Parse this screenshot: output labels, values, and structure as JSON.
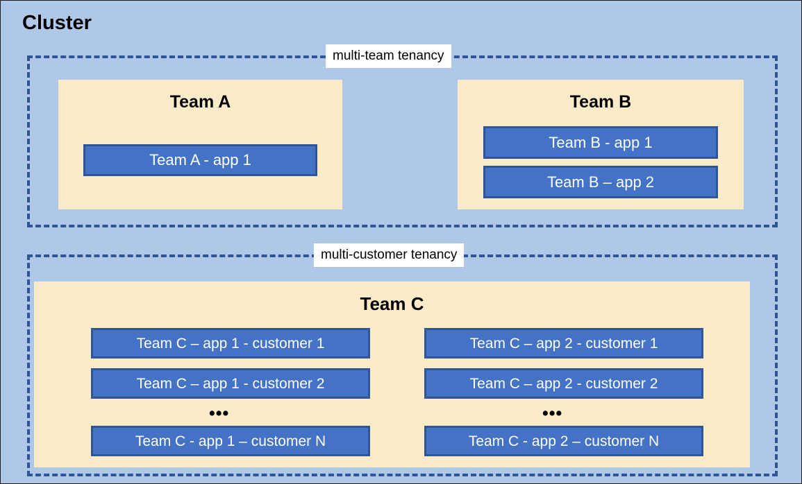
{
  "diagram": {
    "title": "Cluster",
    "background_color": "#AFC8E8",
    "panel_color": "#FCEBC8",
    "app_color": "#4472C4",
    "accent_color": "#2F5597"
  },
  "zones": [
    {
      "id": "multi-team",
      "label": "multi-team tenancy"
    },
    {
      "id": "multi-customer",
      "label": "multi-customer tenancy"
    }
  ],
  "teams": [
    {
      "name": "Team A",
      "apps": [
        {
          "label": "Team A - app 1"
        }
      ]
    },
    {
      "name": "Team B",
      "apps": [
        {
          "label": "Team B - app 1"
        },
        {
          "label": "Team B – app 2"
        }
      ]
    },
    {
      "name": "Team C",
      "columns": [
        {
          "apps": [
            {
              "label": "Team C – app 1 - customer 1"
            },
            {
              "label": "Team C – app 1 - customer 2"
            },
            {
              "label": "Team C - app 1 – customer N"
            }
          ],
          "ellipsis": "•••"
        },
        {
          "apps": [
            {
              "label": "Team C – app 2 - customer 1"
            },
            {
              "label": "Team C – app 2 - customer 2"
            },
            {
              "label": "Team C - app 2 – customer N"
            }
          ],
          "ellipsis": "•••"
        }
      ]
    }
  ]
}
